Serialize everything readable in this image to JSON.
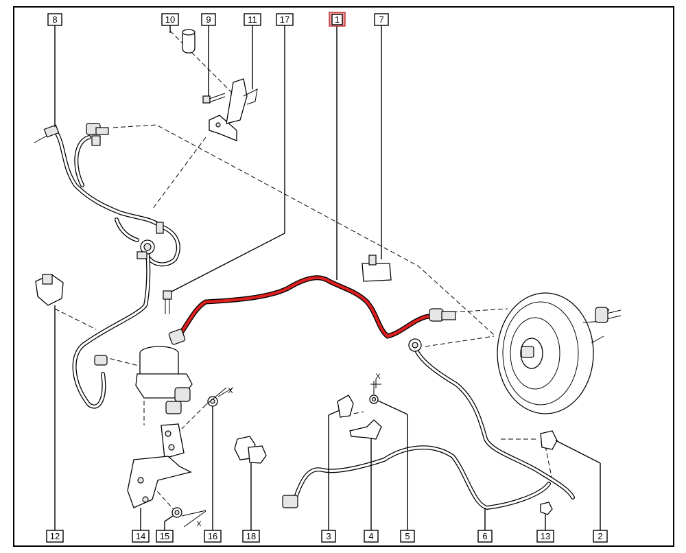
{
  "callouts": [
    {
      "id": "c8",
      "label": "8",
      "highlighted": false
    },
    {
      "id": "c10",
      "label": "10",
      "highlighted": false
    },
    {
      "id": "c9",
      "label": "9",
      "highlighted": false
    },
    {
      "id": "c11",
      "label": "11",
      "highlighted": false
    },
    {
      "id": "c17",
      "label": "17",
      "highlighted": false
    },
    {
      "id": "c1",
      "label": "1",
      "highlighted": true
    },
    {
      "id": "c7",
      "label": "7",
      "highlighted": false
    },
    {
      "id": "c12",
      "label": "12",
      "highlighted": false
    },
    {
      "id": "c14",
      "label": "14",
      "highlighted": false
    },
    {
      "id": "c15",
      "label": "15",
      "highlighted": false
    },
    {
      "id": "c16",
      "label": "16",
      "highlighted": false
    },
    {
      "id": "c18",
      "label": "18",
      "highlighted": false
    },
    {
      "id": "c3",
      "label": "3",
      "highlighted": false
    },
    {
      "id": "c4",
      "label": "4",
      "highlighted": false
    },
    {
      "id": "c5",
      "label": "5",
      "highlighted": false
    },
    {
      "id": "c6",
      "label": "6",
      "highlighted": false
    },
    {
      "id": "c13",
      "label": "13",
      "highlighted": false
    },
    {
      "id": "c2",
      "label": "2",
      "highlighted": false
    }
  ],
  "axis_marks": {
    "x1": "X",
    "x2": "X",
    "x3": "X"
  },
  "colors": {
    "highlight_pipe": "#e02020",
    "highlight_box": "#f29b9b",
    "line": "#000000"
  }
}
